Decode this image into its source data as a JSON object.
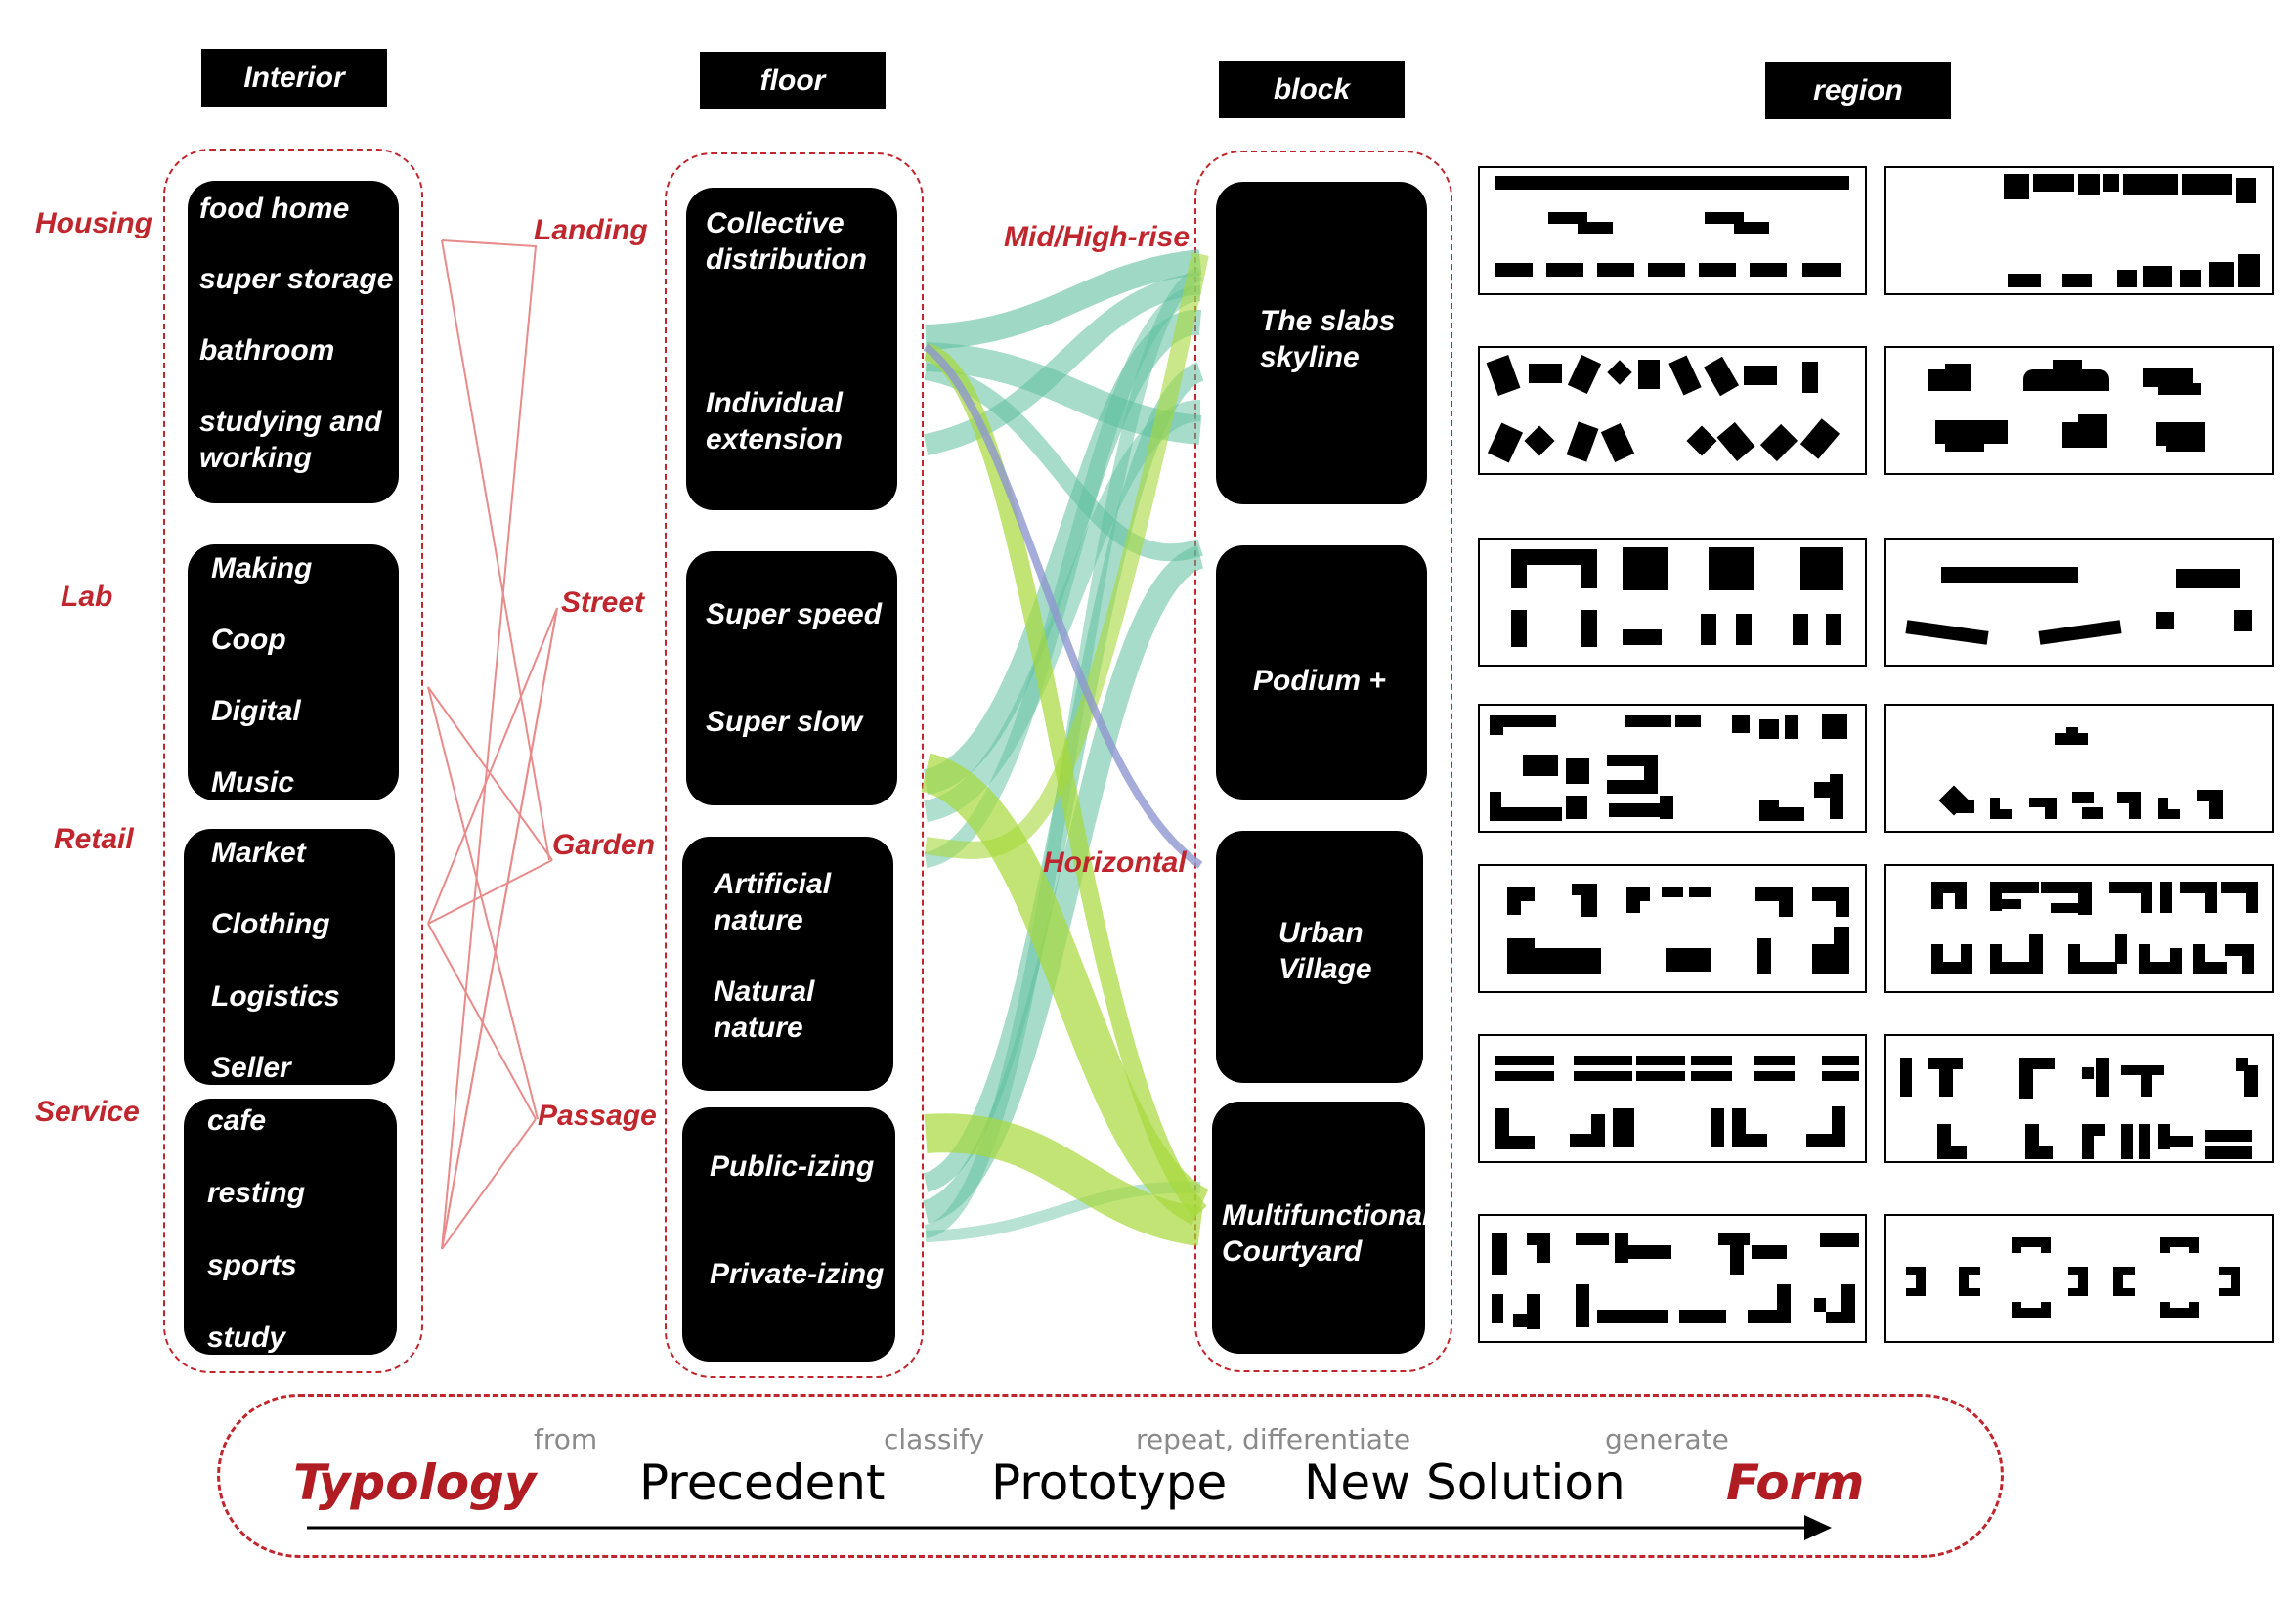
{
  "headers": {
    "interior": "Interior",
    "floor": "floor",
    "block": "block",
    "region": "region"
  },
  "interior_categories": [
    "Housing",
    "Lab",
    "Retail",
    "Service"
  ],
  "interior_boxes": [
    {
      "items": [
        "food home",
        "super storage",
        "bathroom",
        "studying and\nworking"
      ]
    },
    {
      "items": [
        "Making",
        "Coop",
        "Digital",
        "Music"
      ]
    },
    {
      "items": [
        "Market",
        "Clothing",
        "Logistics",
        "Seller"
      ]
    },
    {
      "items": [
        "cafe",
        "resting",
        "sports",
        "study"
      ]
    }
  ],
  "space_labels": [
    "Landing",
    "Street",
    "Garden",
    "Passage"
  ],
  "floor_boxes": [
    {
      "items": [
        "Collective\ndistribution",
        "Individual\nextension"
      ]
    },
    {
      "items": [
        "Super speed",
        "Super slow"
      ]
    },
    {
      "items": [
        "Artificial\nnature",
        "Natural\nnature"
      ]
    },
    {
      "items": [
        "Public-izing",
        "Private-izing"
      ]
    }
  ],
  "rise_labels": [
    "Mid/High-rise",
    "Horizontal"
  ],
  "block_boxes": [
    "The slabs\nskyline",
    "Podium +",
    "Urban\nVillage",
    "Multifunctional\nCourtyard"
  ],
  "process": {
    "start": "Typology",
    "steps": [
      "Precedent",
      "Prototype",
      "New Solution"
    ],
    "end": "Form",
    "verbs": [
      "from",
      "classify",
      "repeat, differentiate",
      "generate"
    ]
  },
  "colors": {
    "accent_red": "#c0262d",
    "teal": "#5fbf9f",
    "lime": "#a6d93b",
    "lavender": "#8f97cf",
    "link_pink": "#e88b8b"
  }
}
